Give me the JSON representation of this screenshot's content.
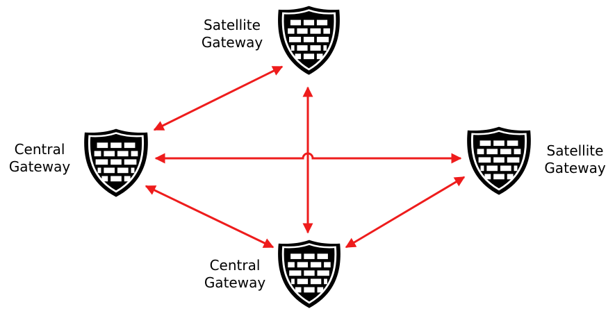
{
  "nodes": {
    "top": {
      "line1": "Satellite",
      "line2": "Gateway",
      "icon": "firewall-shield-icon"
    },
    "left": {
      "line1": "Central",
      "line2": "Gateway",
      "icon": "firewall-shield-icon"
    },
    "right": {
      "line1": "Satellite",
      "line2": "Gateway",
      "icon": "firewall-shield-icon"
    },
    "bottom": {
      "line1": "Central",
      "line2": "Gateway",
      "icon": "firewall-shield-icon"
    }
  },
  "colors": {
    "arrow": "#ee1c1c",
    "shield_fill": "#000000",
    "shield_outline": "#ffffff",
    "brick": "#ffffff"
  }
}
